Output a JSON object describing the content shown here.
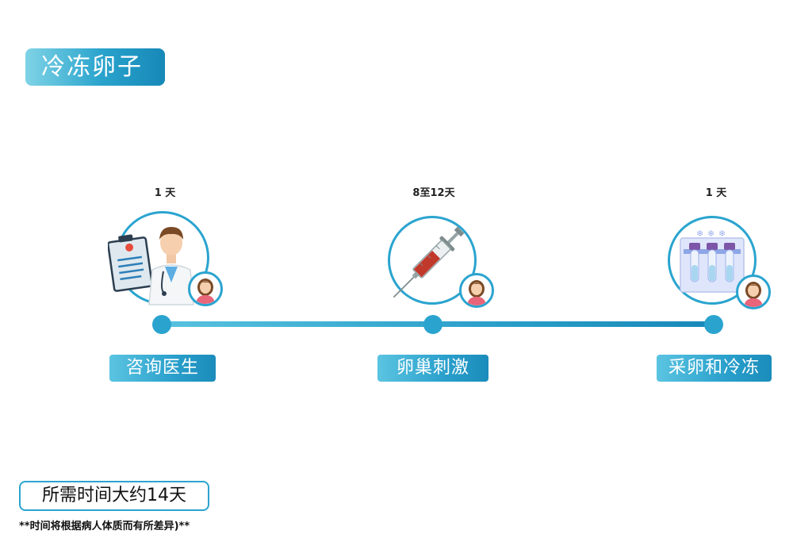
{
  "title": "冷冻卵子",
  "steps": [
    {
      "duration": "1 天",
      "label": "咨询医生",
      "icon": "doctor-icon"
    },
    {
      "duration": "8至12天",
      "label": "卵巢刺激",
      "icon": "syringe-icon"
    },
    {
      "duration": "1 天",
      "label": "采卵和冷冻",
      "icon": "frozen-tubes-icon"
    }
  ],
  "total": "所需时间大约14天",
  "note": "**时间将根据病人体质而有所差异)**",
  "colors": {
    "accent": "#2aa4cf",
    "accent_dark": "#1788b8",
    "light": "#7fd3e6"
  }
}
